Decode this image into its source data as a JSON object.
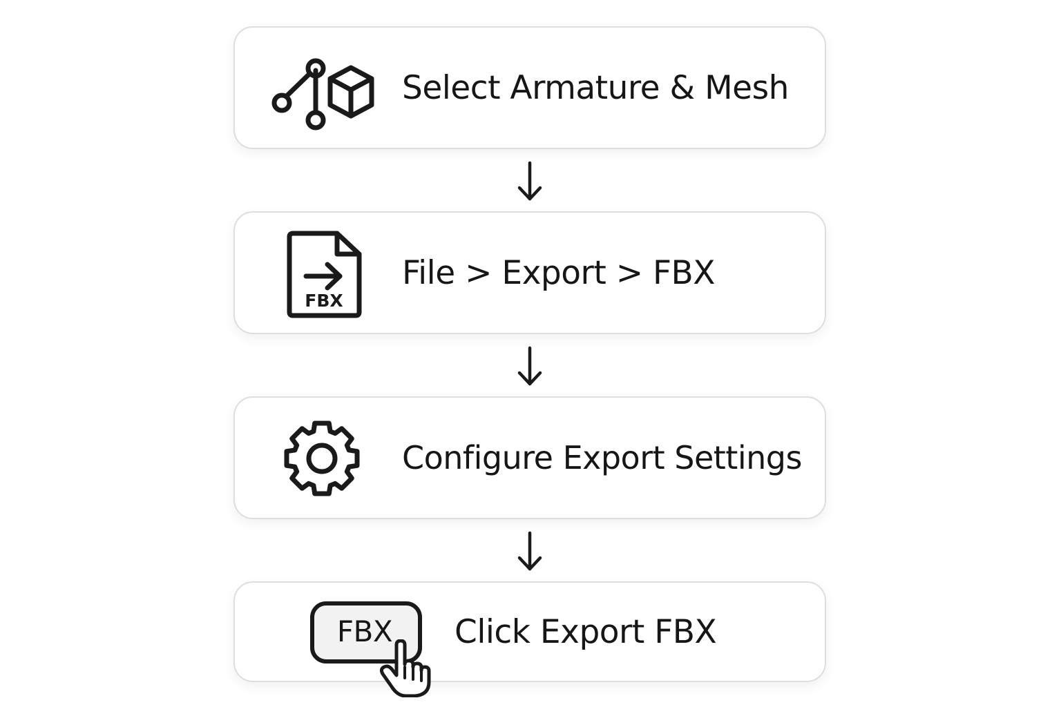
{
  "steps": [
    {
      "label": "Select Armature & Mesh",
      "icon": "armature-mesh-icon"
    },
    {
      "label": "File > Export > FBX",
      "icon": "file-export-icon",
      "icon_text": "FBX"
    },
    {
      "label": "Configure Export Settings",
      "icon": "gear-icon"
    },
    {
      "label": "Click Export FBX",
      "icon": "fbx-button-click-icon",
      "icon_text": "FBX"
    }
  ],
  "colors": {
    "stroke": "#1a1a1a",
    "card_border": "#dedede",
    "button_fill": "#f2f2f2"
  }
}
